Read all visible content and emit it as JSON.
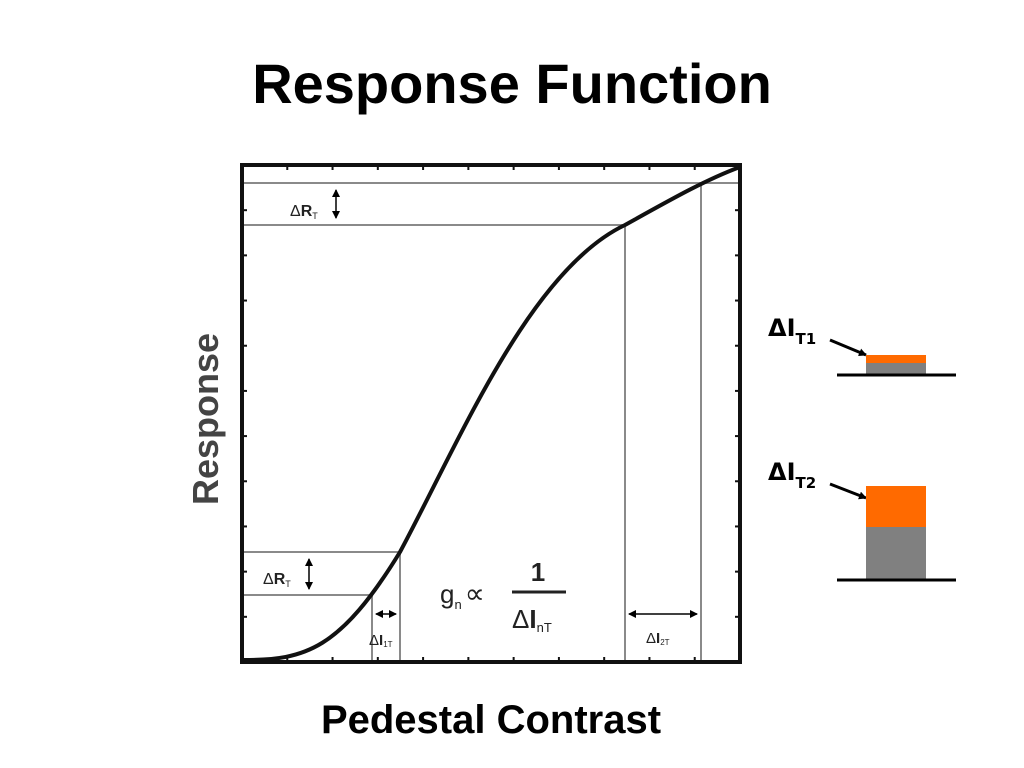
{
  "title": "Response Function",
  "axes": {
    "xlabel": "Pedestal Contrast",
    "ylabel": "Response"
  },
  "annotations": {
    "delta_r_upper": {
      "delta": "Δ",
      "letter": "R",
      "sub": "T"
    },
    "delta_r_lower": {
      "delta": "Δ",
      "letter": "R",
      "sub": "T"
    },
    "delta_i_1": {
      "delta": "Δ",
      "letter": "I",
      "sub": "1T"
    },
    "delta_i_2": {
      "delta": "Δ",
      "letter": "I",
      "sub": "2T"
    },
    "formula": {
      "g": "g",
      "g_sub": "n",
      "prop": "∝",
      "numerator": "1",
      "denom_delta": "Δ",
      "denom_letter": "I",
      "denom_sub": "nT"
    }
  },
  "side_panel": {
    "threshold_1": {
      "delta": "Δ",
      "letter": "I",
      "sub": "T1"
    },
    "threshold_2": {
      "delta": "Δ",
      "letter": "I",
      "sub": "T2"
    }
  },
  "colors": {
    "increment": "#ff6a00",
    "pedestal": "#808080",
    "curve": "#111111",
    "guide_lines": "#8a8a8a"
  }
}
